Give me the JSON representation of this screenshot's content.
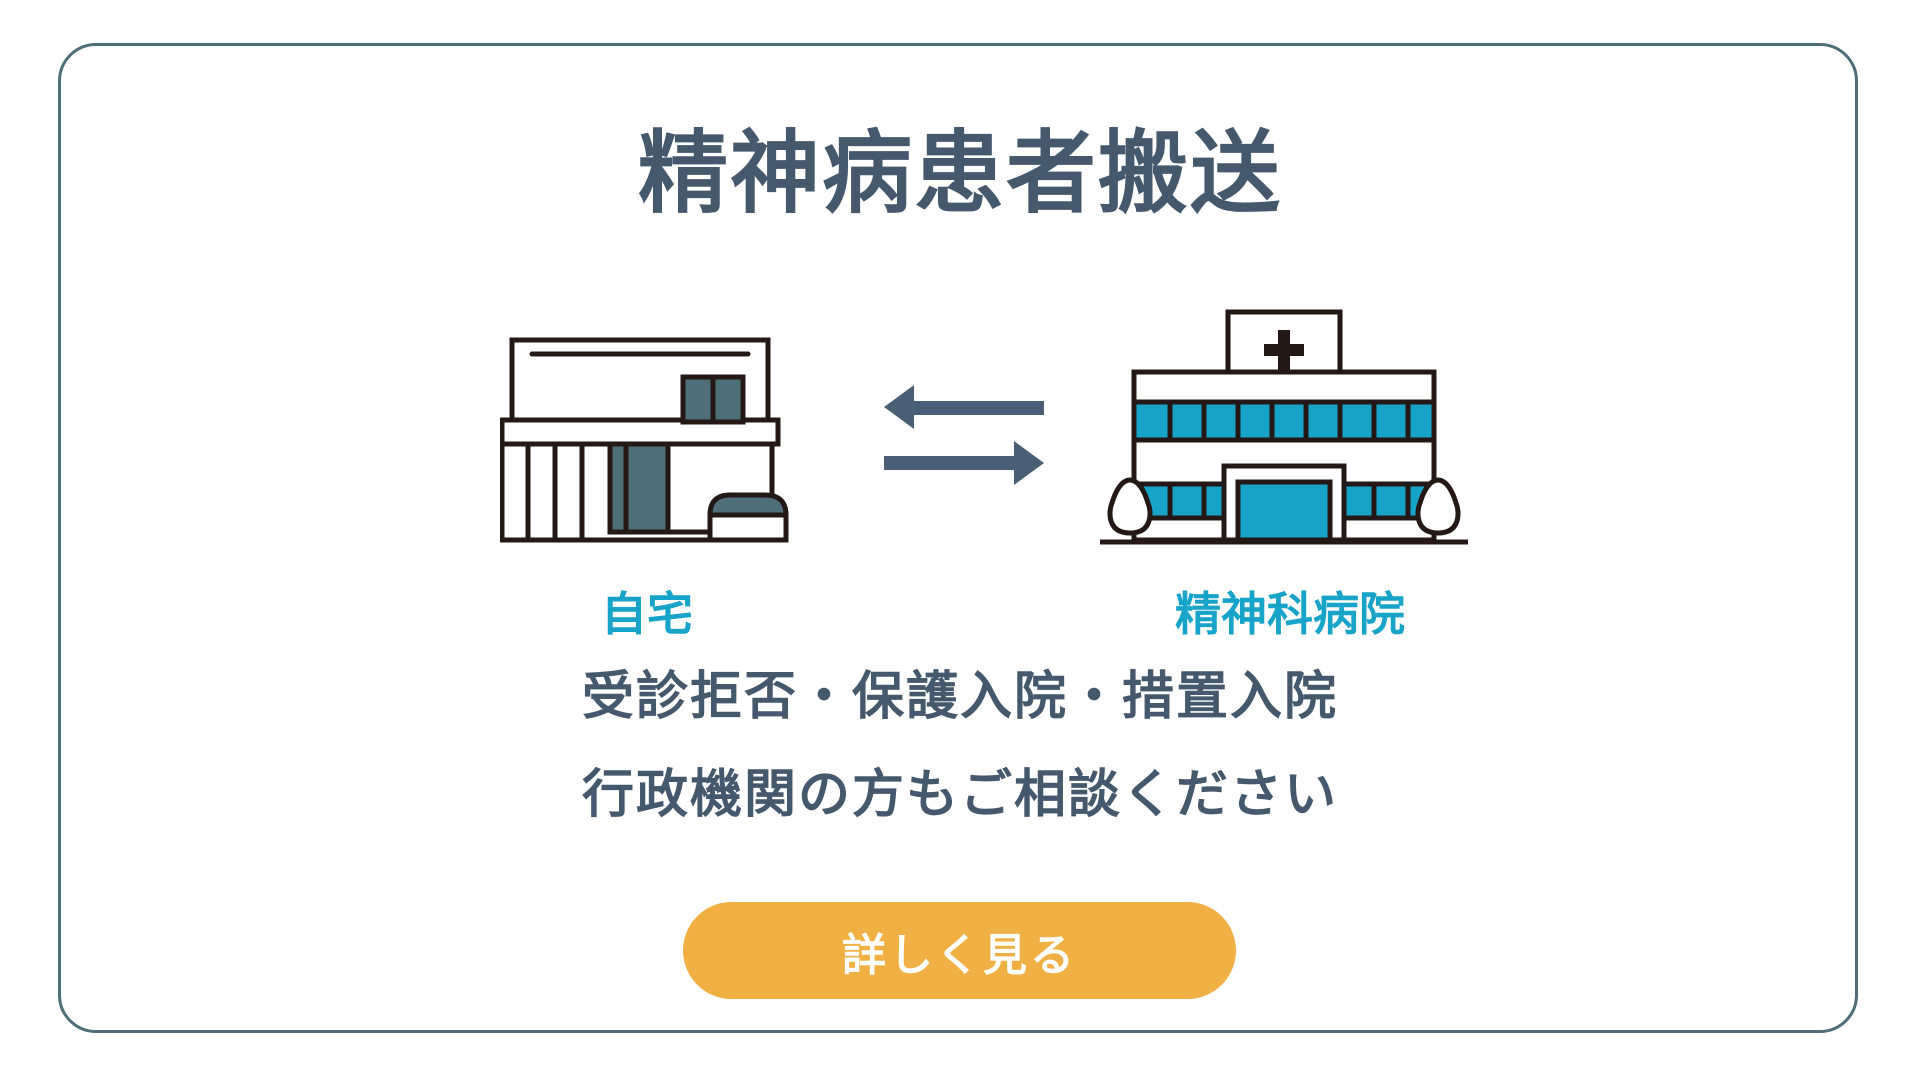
{
  "title": "精神病患者搬送",
  "from_label": "自宅",
  "to_label": "精神科病院",
  "line1": "受診拒否・保護入院・措置入院",
  "line2": "行政機関の方もご相談ください",
  "button_label": "詳しく見る",
  "colors": {
    "title": "#46586c",
    "accent": "#18a3c9",
    "button": "#f0b044",
    "border": "#4f6f78"
  }
}
